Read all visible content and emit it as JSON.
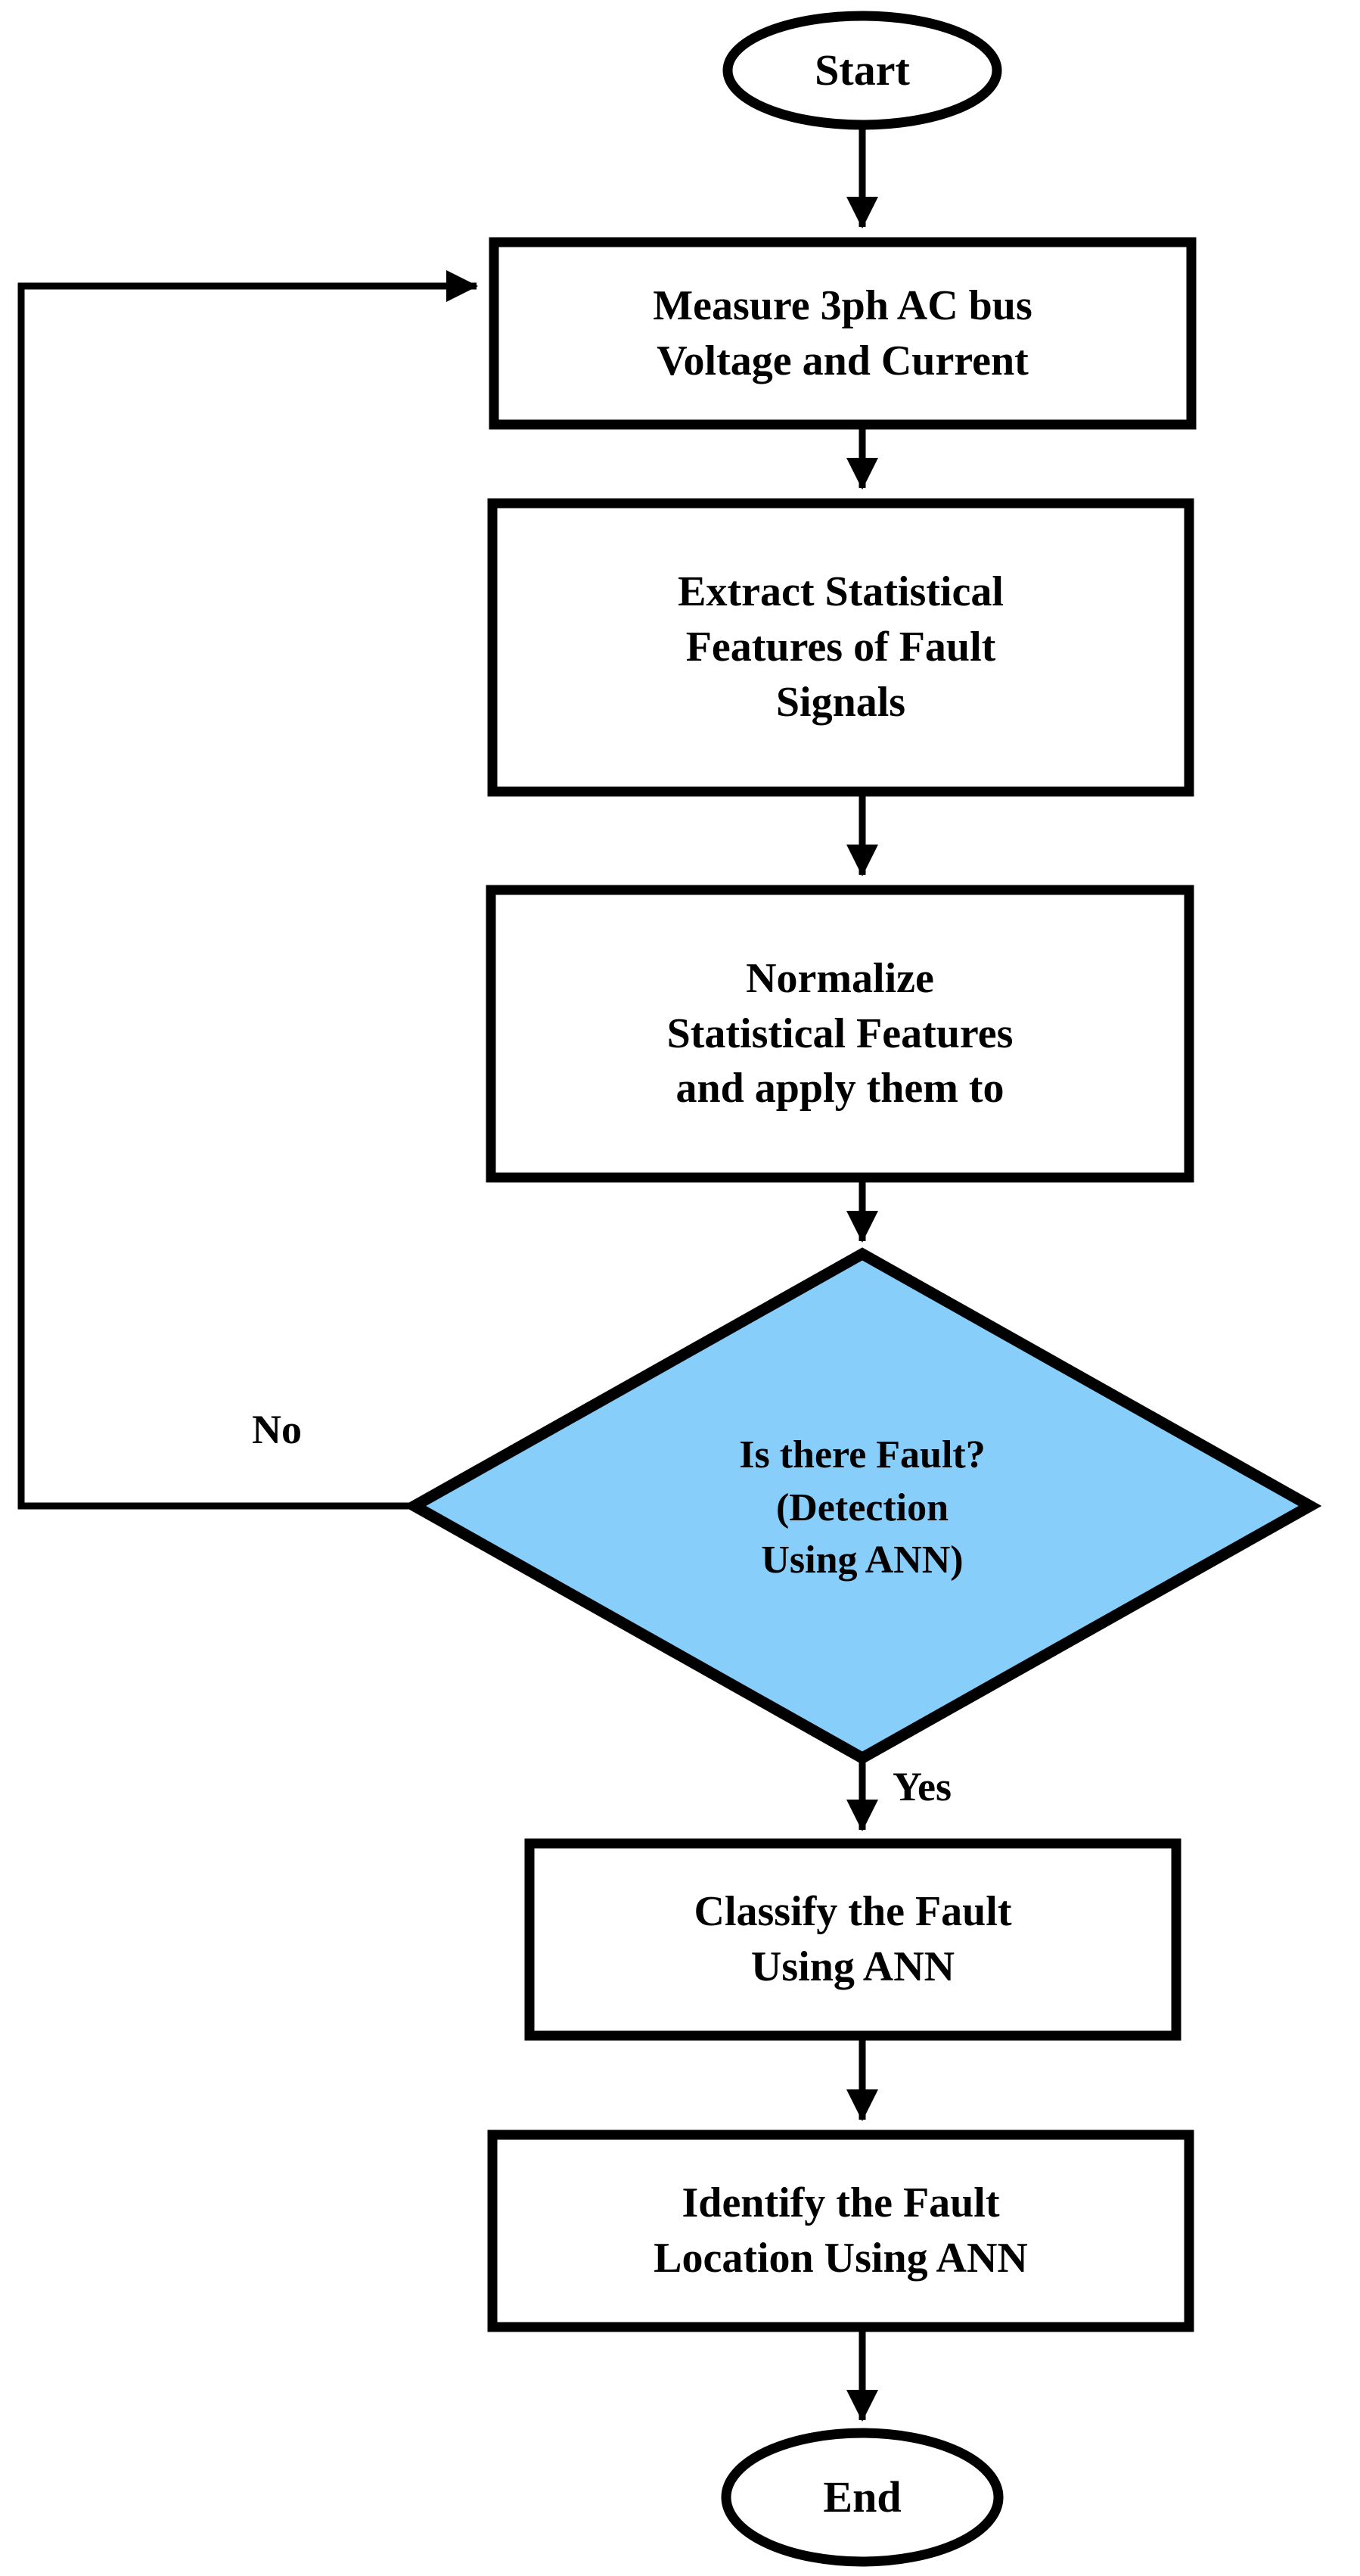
{
  "diagram": {
    "type": "flowchart",
    "title": "ANN based fault detection, classification and location flowchart",
    "background_color": "#FFFFFF",
    "stroke_color": "#000000",
    "decision_fill_color": "#87CEFA",
    "process_fill_color": "#FFFFFF"
  },
  "nodes": {
    "start": {
      "shape": "ellipse",
      "label": "Start"
    },
    "measure": {
      "shape": "rectangle",
      "line1": "Measure 3ph AC bus",
      "line2": "Voltage and Current"
    },
    "extract": {
      "shape": "rectangle",
      "line1": "Extract Statistical",
      "line2": "Features of Fault",
      "line3": "Signals"
    },
    "normalize": {
      "shape": "rectangle",
      "line1": "Normalize",
      "line2": "Statistical Features",
      "line3": "and apply them to"
    },
    "decision": {
      "shape": "diamond",
      "line1": "Is there Fault?",
      "line2": "(Detection",
      "line3": "Using ANN)",
      "fill": "#87CEFA"
    },
    "classify": {
      "shape": "rectangle",
      "line1": "Classify the Fault",
      "line2": "Using ANN"
    },
    "locate": {
      "shape": "rectangle",
      "line1": "Identify the Fault",
      "line2": "Location Using ANN"
    },
    "end": {
      "shape": "ellipse",
      "label": "End"
    }
  },
  "edges": {
    "no_label": "No",
    "yes_label": "Yes"
  }
}
